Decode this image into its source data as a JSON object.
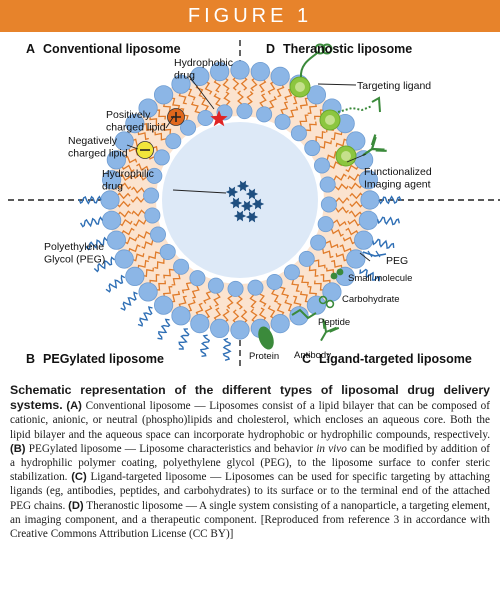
{
  "header": {
    "title": "FIGURE 1"
  },
  "diagram": {
    "quadrants": {
      "a": {
        "letter": "A",
        "label": "Conventional liposome"
      },
      "b": {
        "letter": "B",
        "label": "PEGylated liposome"
      },
      "c": {
        "letter": "C",
        "label": "Ligand-targeted liposome"
      },
      "d": {
        "letter": "D",
        "label": "Theranostic liposome"
      }
    },
    "labels": {
      "hydrophobic_drug": "Hydrophobic\ndrug",
      "positively_charged_lipid": "Positively\ncharged lipid",
      "negatively_charged_lipid": "Negatively\ncharged lipid",
      "hydrophilic_drug": "Hydrophilic\ndrug",
      "polyethylene_glycol": "Polyethylene\nGlycol (PEG)",
      "targeting_ligand": "Targeting ligand",
      "functionalized_imaging_agent": "Functionalized\nImaging agent",
      "peg": "PEG",
      "small_molecule": "Small molecule",
      "carbohydrate": "Carbohydrate",
      "peptide": "Peptide",
      "protein": "Protein",
      "antibody": "Antibody"
    },
    "colors": {
      "header": "#e7832b",
      "lipid_head": "#8cb6e6",
      "lipid_tail": "#e07b2a",
      "bilayer_fill": "#fbe3cf",
      "core": "#dde9f7",
      "drug": "#1f4f80",
      "positive_charge": "#e0671c",
      "negative_charge": "#f2e63a",
      "hydrophobic_drug": "#e02424",
      "ligand_green": "#3b8a3b",
      "imaging_green": "#8cc63f",
      "peg_blue": "#2f6fb5"
    }
  },
  "caption": {
    "title": "Schematic representation of the different types of liposomal drug delivery systems.",
    "a_label": "(A)",
    "a_text": "Conventional liposome — Liposomes consist of a lipid bilayer that can be composed of cationic, anionic, or neutral (phospho)lipids and cholesterol, which encloses an aqueous core. Both the lipid bilayer and the aqueous space can incorporate hydrophobic or hydrophilic compounds, respectively.",
    "b_label": "(B)",
    "b_text_1": "PEGylated liposome — Liposome characteristics and behavior",
    "b_text_italic": "in vivo",
    "b_text_2": "can be modified by addition of a hydrophilic polymer coating, polyethylene glycol (PEG), to the liposome surface to confer steric stabilization.",
    "c_label": "(C)",
    "c_text": "Ligand-targeted liposome — Liposomes can be used for specific targeting by attaching ligands (eg, antibodies, peptides, and carbohydrates) to its surface or to the terminal end of the attached PEG chains.",
    "d_label": "(D)",
    "d_text": "Theranostic liposome — A single system consisting of a nanoparticle, a targeting element, an imaging component, and a therapeutic component.",
    "reference": "[Reproduced from reference 3 in accordance with Creative Commons Attribution License (CC BY)]"
  }
}
